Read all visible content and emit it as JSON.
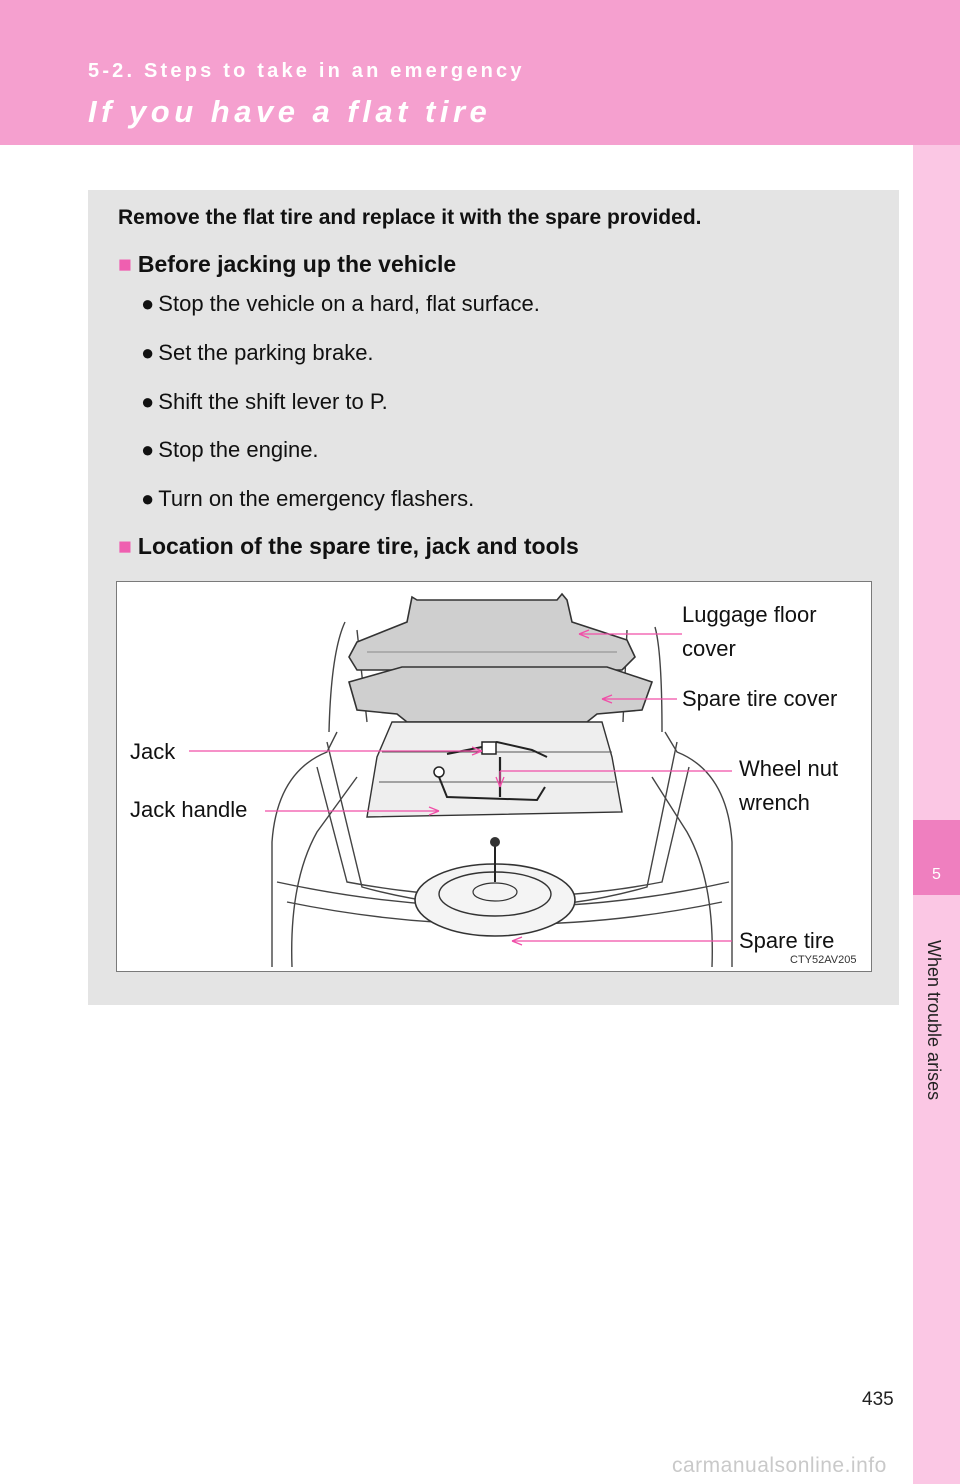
{
  "header": {
    "breadcrumb": "5-2. Steps to take in an emergency",
    "title": "If you have a flat tire"
  },
  "side_tab": {
    "chapter_number": "5",
    "chapter_name": "When trouble arises"
  },
  "content": {
    "intro": "Remove the flat tire and replace it with the spare provided.",
    "section1": {
      "marker": "■",
      "heading": "Before jacking up the vehicle",
      "bullet_symbol": "●",
      "bullets": [
        "Stop the vehicle on a hard, flat surface.",
        "Set the parking brake.",
        "Shift the shift lever to P.",
        "Stop the engine.",
        "Turn on the emergency flashers."
      ]
    },
    "section2": {
      "marker": "■",
      "heading": "Location of the spare tire, jack and tools"
    }
  },
  "figure": {
    "labels": {
      "luggage_floor_cover": "Luggage floor\ncover",
      "spare_tire_cover": "Spare tire cover",
      "jack": "Jack",
      "jack_handle": "Jack handle",
      "wheel_nut_wrench": "Wheel nut\nwrench",
      "spare_tire": "Spare tire"
    },
    "code": "CTY52AV205",
    "leader_color": "#f04fa8"
  },
  "footer": {
    "page_number": "435",
    "watermark": "carmanualsonline.info"
  }
}
